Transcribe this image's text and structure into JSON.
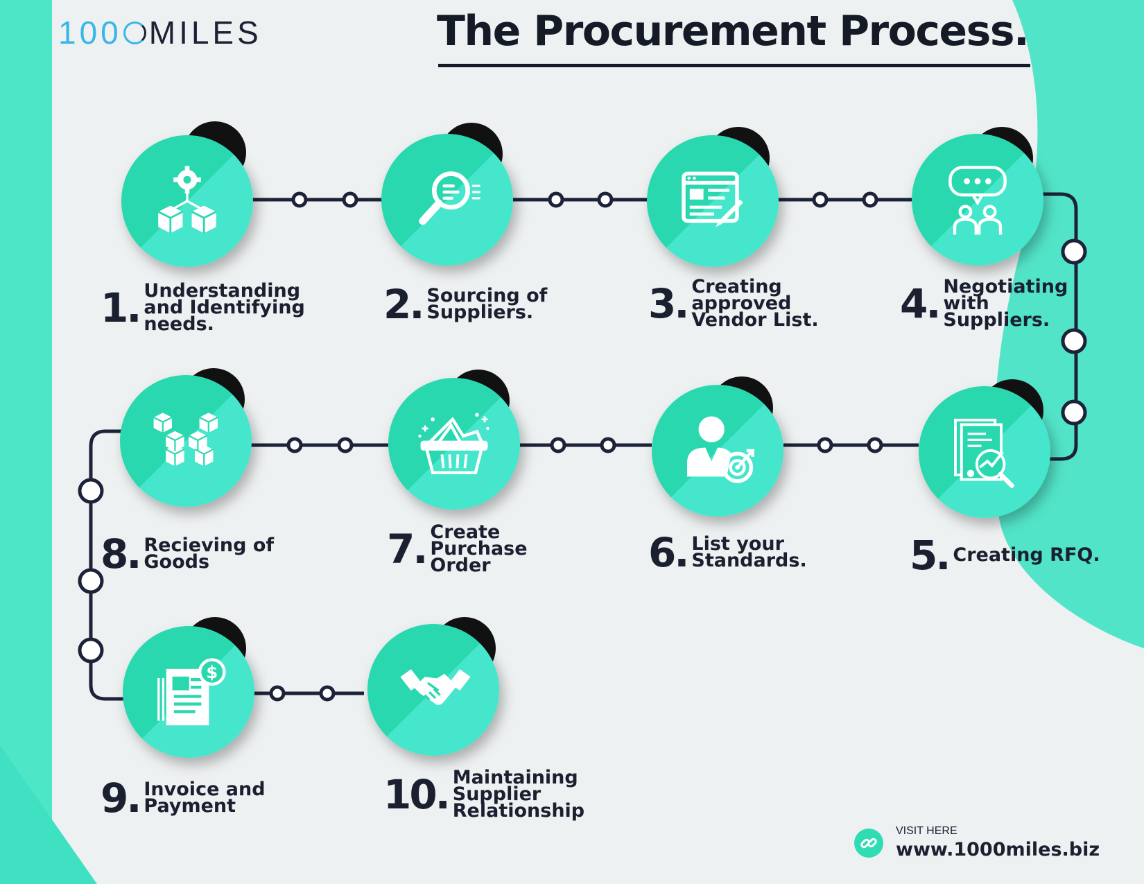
{
  "brand": {
    "logo_number": "100",
    "logo_word": "MILES"
  },
  "title": "The Procurement Process.",
  "colors": {
    "teal": "#2fdcb4",
    "teal_light": "#4ce8cc",
    "navy": "#1c2238",
    "background": "#eef1f1"
  },
  "steps": [
    {
      "number": "1.",
      "text": "Understanding\nand Identifying\nneeds.",
      "icon": "gear-cubes-icon"
    },
    {
      "number": "2.",
      "text": "Sourcing of\nSuppliers.",
      "icon": "magnifier-icon"
    },
    {
      "number": "3.",
      "text": "Creating\napproved\nVendor List.",
      "icon": "document-pencil-icon"
    },
    {
      "number": "4.",
      "text": "Negotiating\nwith\nSuppliers.",
      "icon": "chat-people-icon"
    },
    {
      "number": "5.",
      "text": "Creating RFQ.",
      "icon": "report-analysis-icon"
    },
    {
      "number": "6.",
      "text": "List your\nStandards.",
      "icon": "person-target-icon"
    },
    {
      "number": "7.",
      "text": "Create\nPurchase\nOrder",
      "icon": "basket-icon"
    },
    {
      "number": "8.",
      "text": "Recieving of\nGoods",
      "icon": "boxes-icon"
    },
    {
      "number": "9.",
      "text": "Invoice and\nPayment",
      "icon": "invoice-dollar-icon"
    },
    {
      "number": "10.",
      "text": "Maintaining\nSupplier\nRelationship",
      "icon": "handshake-icon"
    }
  ],
  "footer": {
    "visit_label": "VISIT HERE",
    "url": "www.1000miles.biz",
    "icon": "link-icon"
  }
}
